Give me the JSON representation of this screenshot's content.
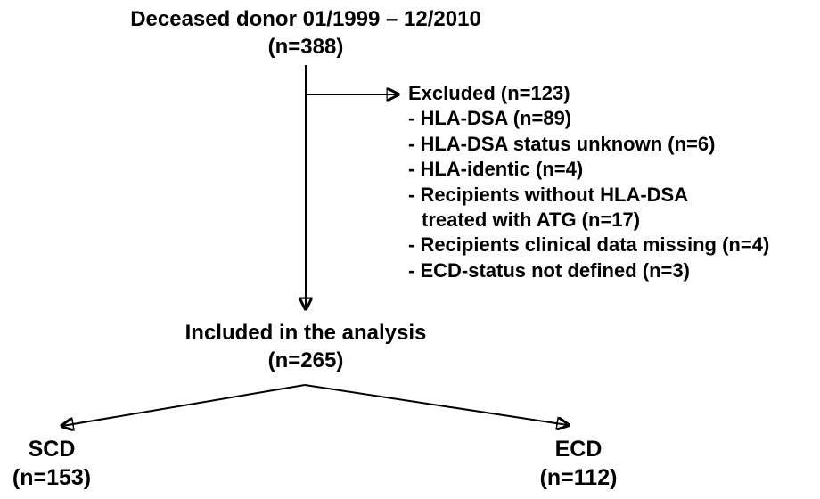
{
  "diagram_title": "Transplant cohort flow diagram",
  "root": {
    "label": "Deceased donor 01/1999 – 12/2010",
    "count": "(n=388)"
  },
  "excluded": {
    "title": "Excluded (n=123)",
    "items": [
      "- HLA-DSA (n=89)",
      "- HLA-DSA status unknown (n=6)",
      "- HLA-identic (n=4)",
      "- Recipients without HLA-DSA",
      "treated with ATG (n=17)",
      "- Recipients clinical data missing (n=4)",
      "- ECD-status not defined (n=3)"
    ]
  },
  "included": {
    "label": "Included in the analysis",
    "count": "(n=265)"
  },
  "scd": {
    "label": "SCD",
    "count": "(n=153)"
  },
  "ecd": {
    "label": "ECD",
    "count": "(n=112)"
  },
  "colors": {
    "text": "#000000",
    "line": "#000000",
    "background": "#ffffff"
  }
}
